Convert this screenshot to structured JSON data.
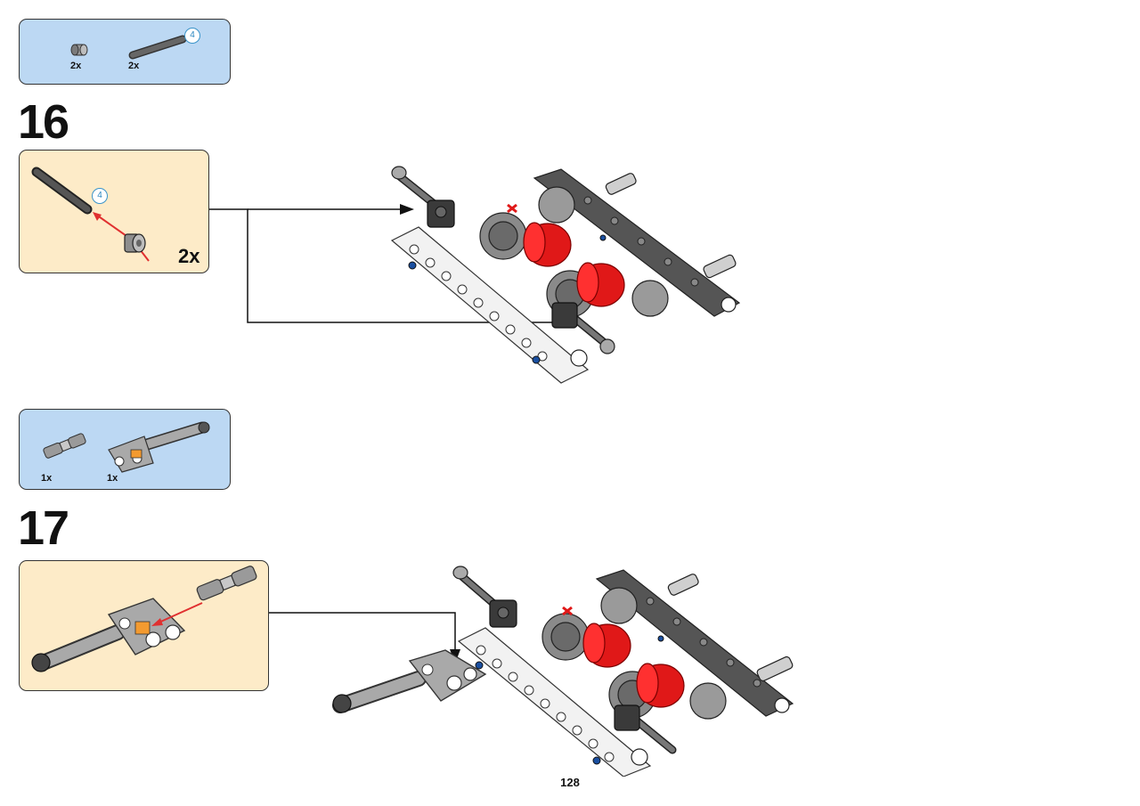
{
  "page": {
    "number": "128"
  },
  "steps": [
    {
      "number": "16",
      "parts": [
        {
          "name": "bush",
          "qty": "2x",
          "icon": "bush-icon"
        },
        {
          "name": "axle",
          "qty": "2x",
          "icon": "axle-icon",
          "length": "4"
        }
      ],
      "sub_assembly": {
        "qty": "2x",
        "axle_length": "4"
      }
    },
    {
      "number": "17",
      "parts": [
        {
          "name": "universal-joint",
          "qty": "1x",
          "icon": "universal-joint-icon"
        },
        {
          "name": "steering-arm",
          "qty": "1x",
          "icon": "steering-arm-icon"
        }
      ]
    }
  ],
  "colors": {
    "parts_box": "#bcd8f3",
    "sub_assembly_box": "#fdebc8",
    "arrow_red": "#e03030",
    "length_badge": "#3a94c9"
  }
}
